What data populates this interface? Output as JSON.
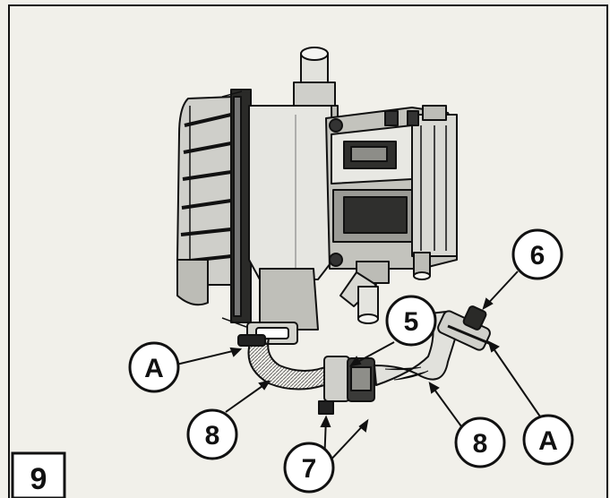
{
  "figure": {
    "number": "9",
    "callouts": [
      {
        "id": "A-left",
        "label": "A"
      },
      {
        "id": "8-left",
        "label": "8"
      },
      {
        "id": "7",
        "label": "7"
      },
      {
        "id": "5",
        "label": "5"
      },
      {
        "id": "6",
        "label": "6"
      },
      {
        "id": "8-right",
        "label": "8"
      },
      {
        "id": "A-right",
        "label": "A"
      }
    ]
  },
  "colors": {
    "ink": "#111111",
    "paper": "#f1f0ea",
    "metal_light": "#e4e4df",
    "metal_mid": "#b9b9b3",
    "metal_dark": "#3a3a38"
  }
}
